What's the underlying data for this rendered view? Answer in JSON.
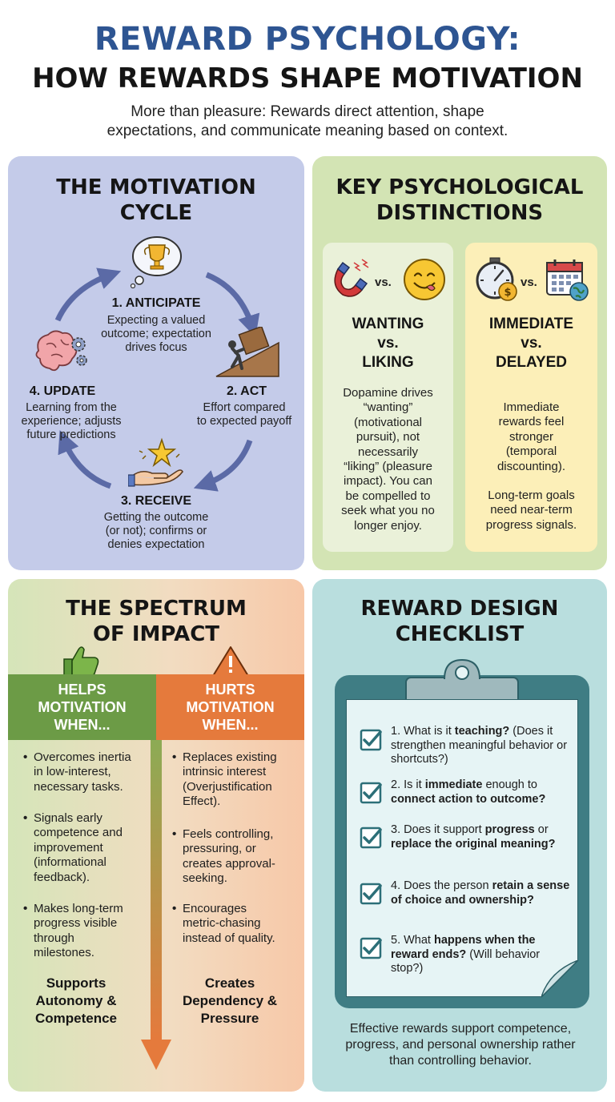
{
  "header": {
    "title_line1": "REWARD PSYCHOLOGY:",
    "title_line2": "HOW REWARDS SHAPE MOTIVATION",
    "subtitle_line1": "More than pleasure: Rewards direct attention, shape",
    "subtitle_line2": "expectations, and communicate meaning based on context."
  },
  "cycle": {
    "title_line1": "THE MOTIVATION",
    "title_line2": "CYCLE",
    "steps": [
      {
        "title": "1. ANTICIPATE",
        "desc": [
          "Expecting a valued",
          "outcome; expectation",
          "drives focus"
        ],
        "icon": "trophy-thought-icon"
      },
      {
        "title": "2. ACT",
        "desc": [
          "Effort compared",
          "to expected payoff"
        ],
        "icon": "push-uphill-icon"
      },
      {
        "title": "3. RECEIVE",
        "desc": [
          "Getting the outcome",
          "(or not); confirms or",
          "denies expectation"
        ],
        "icon": "hand-star-icon"
      },
      {
        "title": "4. UPDATE",
        "desc": [
          "Learning from the",
          "experience; adjusts",
          "future predictions"
        ],
        "icon": "brain-gears-icon"
      }
    ]
  },
  "distinctions": {
    "title_line1": "KEY PSYCHOLOGICAL",
    "title_line2": "DISTINCTIONS",
    "cards": [
      {
        "icons": [
          "magnet-icon",
          "smiley-icon"
        ],
        "vs_label": "vs.",
        "title": [
          "WANTING",
          "vs.",
          "LIKING"
        ],
        "desc": [
          "Dopamine drives",
          "“wanting”",
          "(motivational",
          "pursuit), not",
          "necessarily",
          "“liking” (pleasure",
          "impact). You can",
          "be compelled to",
          "seek what you no",
          "longer enjoy."
        ]
      },
      {
        "icons": [
          "stopwatch-icon",
          "calendar-icon"
        ],
        "vs_label": "vs.",
        "title": [
          "IMMEDIATE",
          "vs.",
          "DELAYED"
        ],
        "desc": [
          "Immediate",
          "rewards feel",
          "stronger",
          "(temporal",
          "discounting).",
          "",
          "Long-term goals",
          "need near-term",
          "progress signals."
        ]
      }
    ]
  },
  "spectrum": {
    "title_line1": "THE SPECTRUM",
    "title_line2": "OF IMPACT",
    "helps": {
      "header": [
        "HELPS",
        "MOTIVATION",
        "WHEN..."
      ],
      "items": [
        [
          "Overcomes inertia",
          "in low-interest,",
          "necessary tasks."
        ],
        [
          "Signals early",
          "competence and",
          "improvement",
          "(informational",
          "feedback)."
        ],
        [
          "Makes long-term",
          "progress visible",
          "through",
          "milestones."
        ]
      ],
      "footer": [
        "Supports",
        "Autonomy &",
        "Competence"
      ],
      "color": "#6c9b46"
    },
    "hurts": {
      "header": [
        "HURTS",
        "MOTIVATION",
        "WHEN..."
      ],
      "items": [
        [
          "Replaces existing",
          "intrinsic interest",
          "(Overjustification",
          "Effect)."
        ],
        [
          "Feels controlling,",
          "pressuring, or",
          "creates approval-",
          "seeking."
        ],
        [
          "Encourages",
          "metric-chasing",
          "instead of quality."
        ]
      ],
      "footer": [
        "Creates",
        "Dependency &",
        "Pressure"
      ],
      "color": "#e57a3c"
    }
  },
  "checklist": {
    "title_line1": "REWARD DESIGN",
    "title_line2": "CHECKLIST",
    "items": [
      {
        "parts": [
          [
            "1. What is it ",
            false
          ],
          [
            "teaching?",
            true
          ],
          [
            " (Does it strengthen meaningful behavior or shortcuts?)",
            false
          ]
        ]
      },
      {
        "parts": [
          [
            "2. Is it ",
            false
          ],
          [
            "immediate",
            true
          ],
          [
            " enough to ",
            false
          ],
          [
            "connect action to outcome?",
            true
          ]
        ]
      },
      {
        "parts": [
          [
            "3. Does it support ",
            false
          ],
          [
            "progress",
            true
          ],
          [
            " or ",
            false
          ],
          [
            "replace the original meaning?",
            true
          ]
        ]
      },
      {
        "parts": [
          [
            "4. Does the person ",
            false
          ],
          [
            "retain a sense of choice and ownership?",
            true
          ]
        ]
      },
      {
        "parts": [
          [
            "5. What ",
            false
          ],
          [
            "happens when the reward ends?",
            true
          ],
          [
            " (Will behavior stop?)",
            false
          ]
        ]
      }
    ],
    "footer": [
      "Effective rewards support competence,",
      "progress, and personal ownership rather",
      "than controlling behavior."
    ]
  }
}
